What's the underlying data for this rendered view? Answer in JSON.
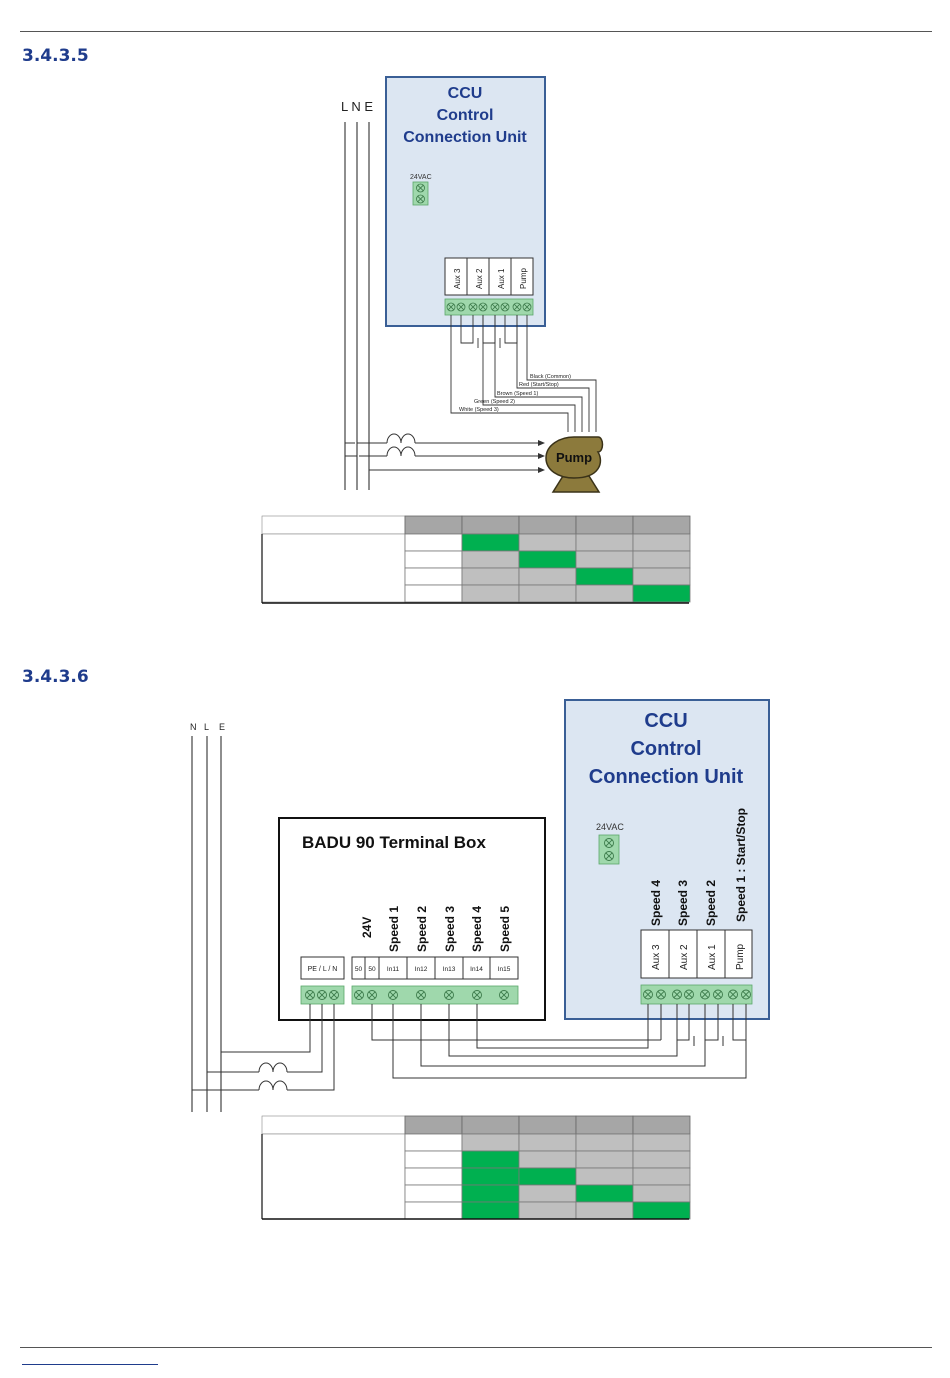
{
  "section1": {
    "heading": "3.4.3.5",
    "lne_label": "L N E",
    "ccu_title": [
      "CCU",
      "Control",
      "Connection Unit"
    ],
    "vac_label": "24VAC",
    "relay_labels": [
      "Aux 3",
      "Aux 2",
      "Aux 1",
      "Pump"
    ],
    "wire_labels": [
      "Black (Common)",
      "Red (Start/Stop)",
      "Brown (Speed 1)",
      "Green (Speed 2)",
      "White (Speed 3)"
    ],
    "pump_label": "Pump",
    "table_states": [
      [
        false,
        true,
        false,
        false,
        false
      ],
      [
        false,
        false,
        true,
        false,
        false
      ],
      [
        false,
        false,
        false,
        true,
        false
      ],
      [
        false,
        false,
        false,
        false,
        true
      ]
    ]
  },
  "section2": {
    "heading": "3.4.3.6",
    "nle_labels": [
      "N",
      "L",
      "E"
    ],
    "badu_title": "BADU 90 Terminal Box",
    "badu_speed_labels": [
      "24V",
      "Speed 1",
      "Speed 2",
      "Speed 3",
      "Speed 4",
      "Speed 5"
    ],
    "pe_label": "PE / L / N",
    "terminal_labels": [
      "50",
      "50",
      "In11",
      "In12",
      "In13",
      "In14",
      "In15"
    ],
    "ccu_title": [
      "CCU",
      "Control",
      "Connection Unit"
    ],
    "vac_label": "24VAC",
    "ccu_speed_labels": [
      "Speed 4",
      "Speed 3",
      "Speed 2",
      "Speed 1 : Start/Stop"
    ],
    "relay_labels": [
      "Aux 3",
      "Aux 2",
      "Aux 1",
      "Pump"
    ],
    "table_states": [
      [
        false,
        false,
        false,
        false,
        false
      ],
      [
        false,
        true,
        false,
        false,
        false
      ],
      [
        false,
        true,
        true,
        false,
        false
      ],
      [
        false,
        true,
        false,
        true,
        false
      ],
      [
        false,
        true,
        false,
        false,
        true
      ]
    ]
  },
  "colors": {
    "heading": "#1f3c8c",
    "ccu_fill": "#dce6f2",
    "ccu_border": "#3a5f96",
    "terminal_green": "#8fd19e",
    "table_green": "#00b050",
    "table_gray": "#bfbfbf",
    "table_header": "#a6a6a6",
    "pump_fill": "#8c7a3c"
  }
}
